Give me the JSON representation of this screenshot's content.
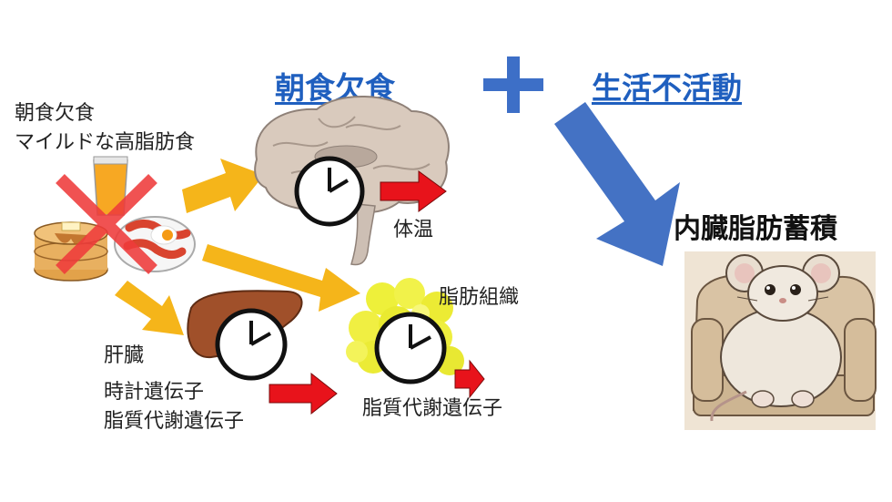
{
  "headings": {
    "left": "朝食欠食",
    "plus": "＋",
    "right": "生活不活動"
  },
  "result": "内臓脂肪蓄積",
  "diet_label": {
    "line1": "朝食欠食",
    "line2": "マイルドな高脂肪食"
  },
  "brain": {
    "output_label": "体温"
  },
  "liver": {
    "name": "肝臓",
    "genes_line1": "時計遺伝子",
    "genes_line2": "脂質代謝遺伝子"
  },
  "fat": {
    "name": "脂肪組織",
    "genes": "脂質代謝遺伝子"
  },
  "colors": {
    "heading_blue": "#1f5fbf",
    "plus_blue": "#3d6fc7",
    "big_arrow_blue": "#4472c4",
    "orange_arrow": "#f5b51a",
    "red_arrow": "#e8131b",
    "red_cross": "#ef3b3b"
  }
}
